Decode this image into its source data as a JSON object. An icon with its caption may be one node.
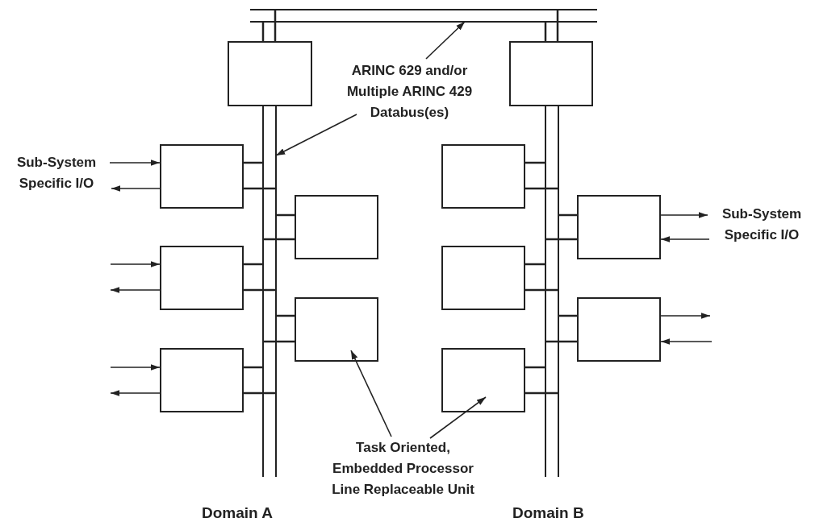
{
  "diagram": {
    "nodes": [
      {
        "text": [],
        "shape": "bar"
      },
      {
        "text": [],
        "shape": "bar"
      },
      {
        "text": [],
        "shape": "bar"
      },
      {
        "text": [],
        "shape": "box"
      },
      {
        "text": [],
        "shape": "box"
      },
      {
        "text": [],
        "shape": "box"
      },
      {
        "text": [],
        "shape": "box"
      },
      {
        "text": [],
        "shape": "box"
      },
      {
        "text": [],
        "shape": "box"
      },
      {
        "text": [],
        "shape": "box"
      },
      {
        "text": [],
        "shape": "box"
      },
      {
        "text": [],
        "shape": "box"
      },
      {
        "text": [],
        "shape": "box"
      },
      {
        "text": [],
        "shape": "box"
      },
      {
        "text": [],
        "shape": "box"
      },
      {
        "text": [
          "ARINC 629 and/or Multiple ARINC 429 Databus(es)"
        ]
      },
      {
        "text": [
          "Task Oriented, Embedded Processor Line Replaceable Unit"
        ]
      },
      {
        "text": [
          "Sub-System Specific I/O"
        ]
      },
      {
        "text": [
          "Sub-System Specific I/O"
        ]
      }
    ],
    "edges": [
      {
        "from": 0,
        "to": 3,
        "arrow": "none"
      },
      {
        "from": 0,
        "to": 3,
        "arrow": "none"
      },
      {
        "from": 0,
        "to": 9,
        "arrow": "none"
      },
      {
        "from": 0,
        "to": 9,
        "arrow": "none"
      },
      {
        "from": 4,
        "to": 1,
        "arrow": "none"
      },
      {
        "from": 4,
        "to": 1,
        "arrow": "none"
      },
      {
        "from": 5,
        "to": 1,
        "arrow": "none"
      },
      {
        "from": 5,
        "to": 1,
        "arrow": "none"
      },
      {
        "from": 6,
        "to": 1,
        "arrow": "none"
      },
      {
        "from": 6,
        "to": 1,
        "arrow": "none"
      },
      {
        "from": 7,
        "to": 1,
        "arrow": "none"
      },
      {
        "from": 7,
        "to": 1,
        "arrow": "none"
      },
      {
        "from": 8,
        "to": 1,
        "arrow": "none"
      },
      {
        "from": 8,
        "to": 1,
        "arrow": "none"
      },
      {
        "from": 10,
        "to": 2,
        "arrow": "none"
      },
      {
        "from": 10,
        "to": 2,
        "arrow": "none"
      },
      {
        "from": 11,
        "to": 2,
        "arrow": "none"
      },
      {
        "from": 11,
        "to": 2,
        "arrow": "none"
      },
      {
        "from": 12,
        "to": 2,
        "arrow": "none"
      },
      {
        "from": 12,
        "to": 2,
        "arrow": "none"
      },
      {
        "from": 13,
        "to": 2,
        "arrow": "none"
      },
      {
        "from": 13,
        "to": 2,
        "arrow": "none"
      },
      {
        "from": 14,
        "to": 2,
        "arrow": "none"
      },
      {
        "from": 14,
        "to": 2,
        "arrow": "none"
      },
      {
        "from": 17,
        "to": 4,
        "arrow": "to"
      },
      {
        "from": 4,
        "to": 17,
        "arrow": "to"
      },
      {
        "from": null,
        "to": 6,
        "arrow": "to"
      },
      {
        "from": 6,
        "to": null,
        "arrow": "to"
      },
      {
        "from": null,
        "to": 8,
        "arrow": "to"
      },
      {
        "from": 8,
        "to": null,
        "arrow": "to"
      },
      {
        "from": 11,
        "to": 18,
        "arrow": "to"
      },
      {
        "from": 18,
        "to": 11,
        "arrow": "to"
      },
      {
        "from": 13,
        "to": null,
        "arrow": "to"
      },
      {
        "from": null,
        "to": 13,
        "arrow": "to"
      },
      {
        "from": 15,
        "to": 0,
        "arrow": "to"
      },
      {
        "from": 15,
        "to": 1,
        "arrow": "to"
      },
      {
        "from": 16,
        "to": 7,
        "arrow": "to"
      },
      {
        "from": 16,
        "to": 14,
        "arrow": "to"
      }
    ],
    "labels": [
      "Domain A",
      "Domain B"
    ]
  }
}
